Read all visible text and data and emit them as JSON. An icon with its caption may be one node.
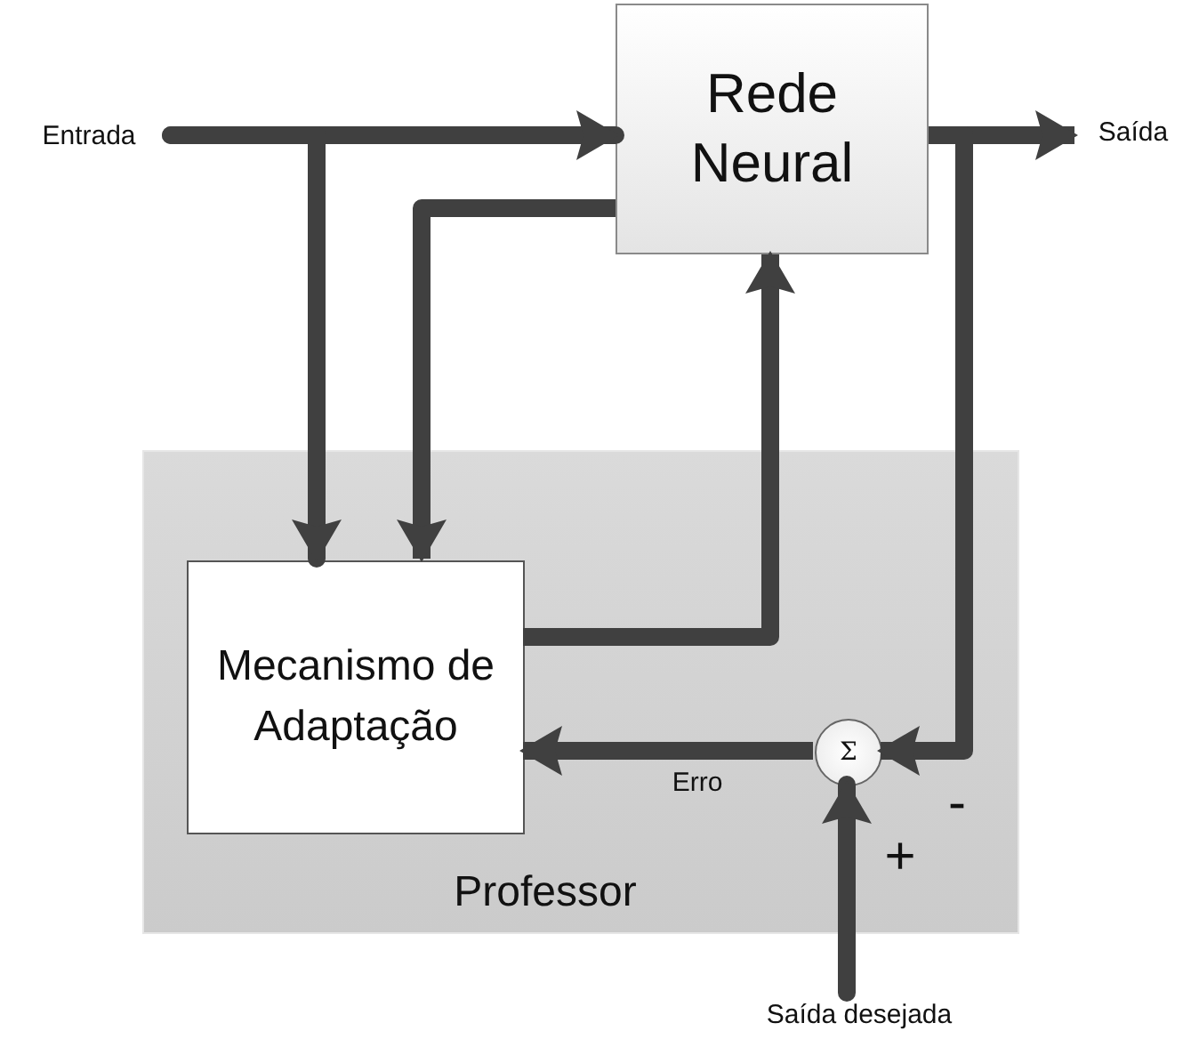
{
  "diagram": {
    "nodes": [
      {
        "text": [
          "Entrada"
        ]
      },
      {
        "text": [
          "Rede Neural"
        ]
      },
      {
        "text": [
          "Saída"
        ]
      },
      {
        "text": [
          "Professor"
        ]
      },
      {
        "text": [
          "Mecanismo de Adaptação"
        ],
        "in": 3
      },
      {
        "text": [
          "Σ"
        ],
        "in": 3
      },
      {
        "text": [
          "Saída desejada"
        ]
      }
    ],
    "edges": [
      {
        "from": 0,
        "to": 1,
        "arrow": "to"
      },
      {
        "from": 0,
        "to": 4,
        "arrow": "to"
      },
      {
        "from": 1,
        "to": 2,
        "arrow": "to"
      },
      {
        "from": 1,
        "to": 5,
        "arrow": "to",
        "label": "-"
      },
      {
        "from": 1,
        "to": 4,
        "arrow": "to"
      },
      {
        "from": 4,
        "to": 1,
        "arrow": "to"
      },
      {
        "from": 5,
        "to": 4,
        "arrow": "to",
        "label": "Erro"
      },
      {
        "from": 6,
        "to": 5,
        "arrow": "to",
        "label": "+"
      }
    ]
  }
}
